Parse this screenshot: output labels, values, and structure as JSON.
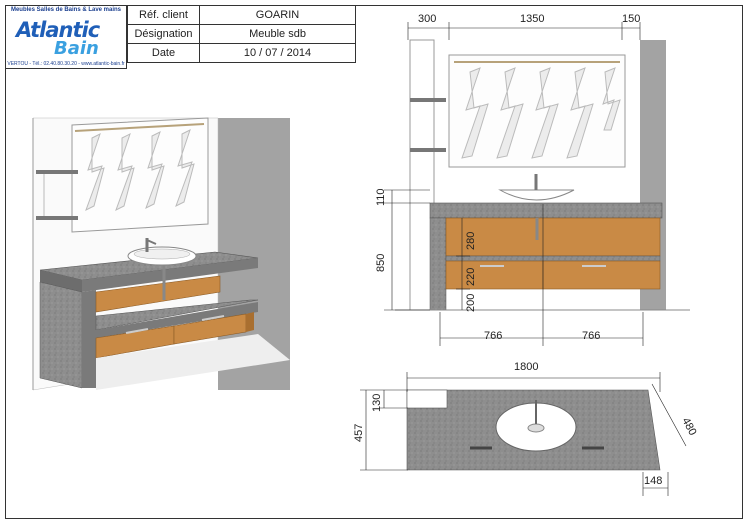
{
  "header": {
    "logo": {
      "tagline": "Meubles Salles de Bains & Lave mains",
      "brand_line1": "Atlantic",
      "brand_line2": "Bain",
      "contact": "VERTOU - Tél.: 02.40.80.30.20 - www.atlantic-bain.fr"
    },
    "rows": [
      {
        "label": "Réf. client",
        "value": "GOARIN"
      },
      {
        "label": "Désignation",
        "value": "Meuble sdb"
      },
      {
        "label": "Date",
        "value": "10 / 07 / 2014"
      }
    ]
  },
  "front_view": {
    "dims": {
      "shelf_width": "300",
      "mirror_width": "1350",
      "right_gap": "150",
      "top_thickness": "110",
      "height_total": "850",
      "upper_drawer": "280",
      "lower_drawer": "220",
      "bottom_gap": "200",
      "half_left": "766",
      "half_right": "766"
    }
  },
  "top_view": {
    "dims": {
      "total_width": "1800",
      "depth": "457",
      "notch": "130",
      "angle_side": "480",
      "corner": "148"
    }
  },
  "colors": {
    "wood": "#c98a45",
    "granite": "#8c8c8c",
    "wall": "#a3a3a3"
  }
}
